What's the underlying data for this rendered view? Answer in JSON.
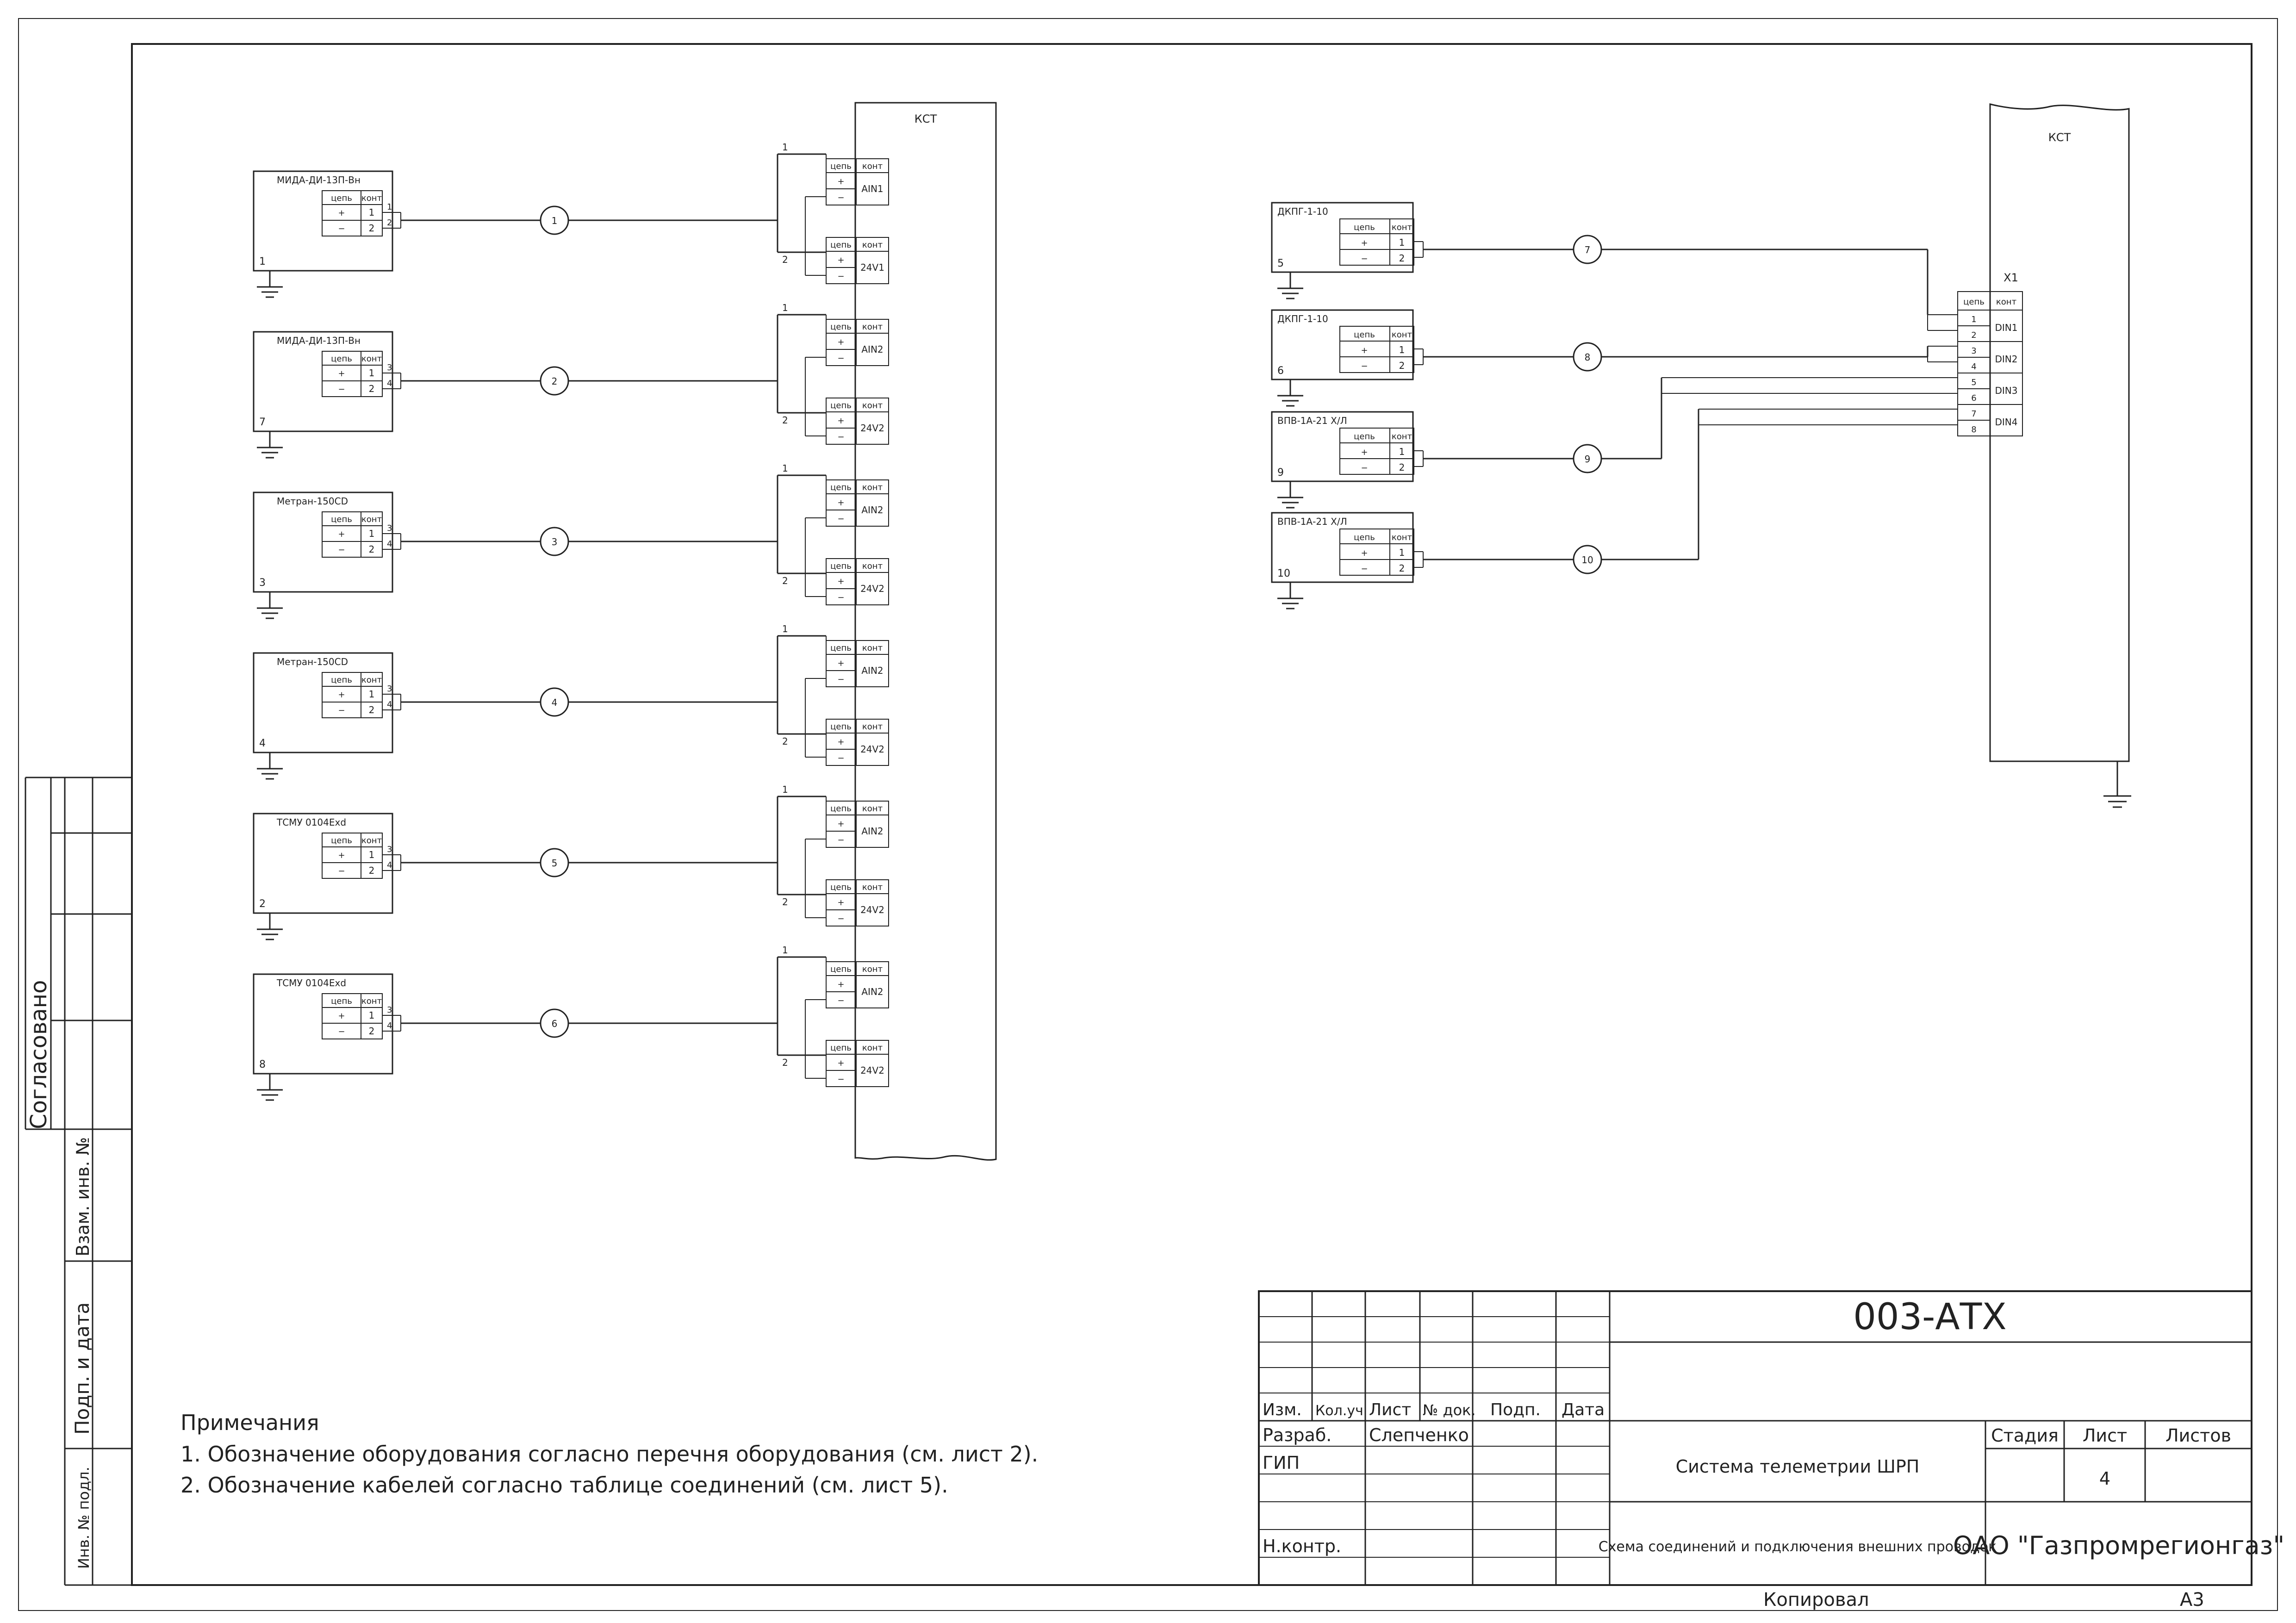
{
  "left_block": {
    "title": "КСТ"
  },
  "right_block": {
    "title": "КСТ",
    "connector": "X1"
  },
  "labels": {
    "chain": "цепь",
    "contact": "конт",
    "plus": "+",
    "minus": "−"
  },
  "left_devices": [
    {
      "name": "МИДА-ДИ-13П-Вн",
      "num": "1",
      "pins": [
        "1",
        "2"
      ],
      "cable": "1",
      "ain": "AIN1",
      "v24": "24V1"
    },
    {
      "name": "МИДА-ДИ-13П-Вн",
      "num": "7",
      "pins": [
        "3",
        "4"
      ],
      "cable": "2",
      "ain": "AIN2",
      "v24": "24V2"
    },
    {
      "name": "Метран-150CD",
      "num": "3",
      "pins": [
        "3",
        "4"
      ],
      "cable": "3",
      "ain": "AIN2",
      "v24": "24V2"
    },
    {
      "name": "Метран-150CD",
      "num": "4",
      "pins": [
        "3",
        "4"
      ],
      "cable": "4",
      "ain": "AIN2",
      "v24": "24V2"
    },
    {
      "name": "ТСМУ 0104Exd",
      "num": "2",
      "pins": [
        "3",
        "4"
      ],
      "cable": "5",
      "ain": "AIN2",
      "v24": "24V2"
    },
    {
      "name": "ТСМУ 0104Exd",
      "num": "8",
      "pins": [
        "3",
        "4"
      ],
      "cable": "6",
      "ain": "AIN2",
      "v24": "24V2"
    }
  ],
  "right_devices": [
    {
      "name": "ДКПГ-1-10",
      "num": "5",
      "cable": "7"
    },
    {
      "name": "ДКПГ-1-10",
      "num": "6",
      "cable": "8"
    },
    {
      "name": "ВПВ-1А-21 Х/Л",
      "num": "9",
      "cable": "9"
    },
    {
      "name": "ВПВ-1А-21 Х/Л",
      "num": "10",
      "cable": "10"
    }
  ],
  "x1_rows": [
    {
      "n": "1",
      "sig": "DIN1"
    },
    {
      "n": "2",
      "sig": ""
    },
    {
      "n": "3",
      "sig": "DIN2"
    },
    {
      "n": "4",
      "sig": ""
    },
    {
      "n": "5",
      "sig": "DIN3"
    },
    {
      "n": "6",
      "sig": ""
    },
    {
      "n": "7",
      "sig": "DIN4"
    },
    {
      "n": "8",
      "sig": ""
    }
  ],
  "notes": {
    "title": "Примечания",
    "items": [
      "1.   Обозначение оборудования согласно перечня оборудования (см. лист 2).",
      "2.   Обозначение кабелей согласно таблице соединений (см. лист 5)."
    ]
  },
  "side_stamp": {
    "agreed": "Согласовано",
    "inv_replace": "Взам. инв. №",
    "sign_date": "Подп. и дата",
    "inv_orig": "Инв. № подл."
  },
  "title_block": {
    "code": "003-АТХ",
    "system": "Система телеметрии ШРП",
    "sheet_title": "Схема соединений и подключения внешних проводок",
    "company": "ОАО \"Газпромрегионгаз\"",
    "col_headers": [
      "Изм.",
      "Кол.уч",
      "Лист",
      "№ док.",
      "Подп.",
      "Дата"
    ],
    "roles": [
      "Разраб.",
      "ГИП",
      "",
      "",
      "Н.контр."
    ],
    "developer": "Слепченко",
    "stage_label": "Стадия",
    "sheet_label": "Лист",
    "sheets_label": "Листов",
    "sheet_num": "4"
  },
  "footer": {
    "copied": "Копировал",
    "format": "А3"
  }
}
